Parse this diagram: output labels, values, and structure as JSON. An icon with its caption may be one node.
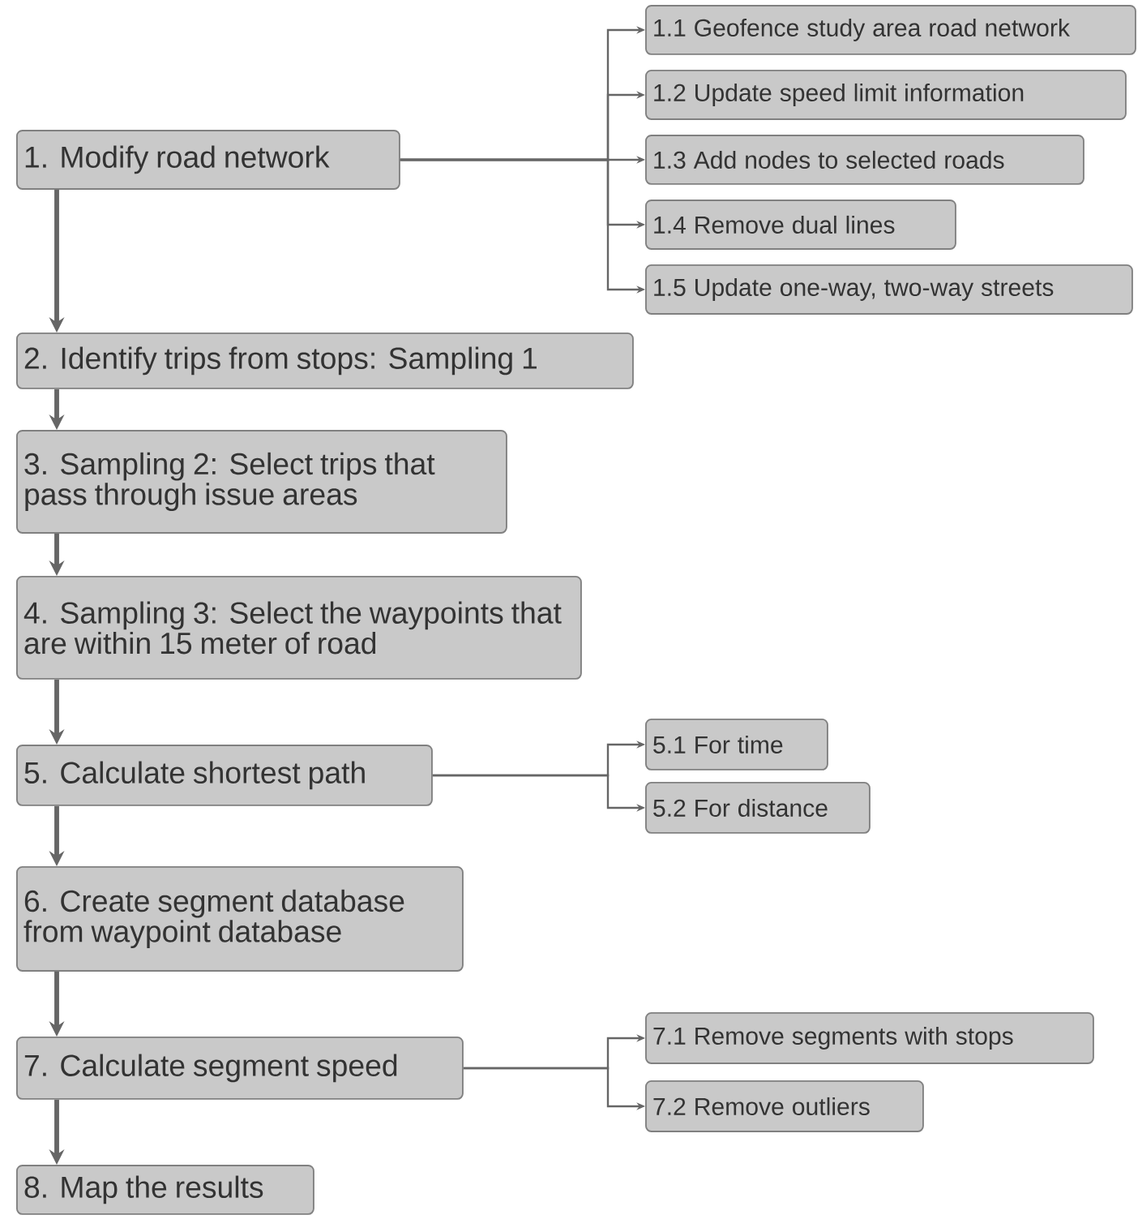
{
  "diagram": {
    "nodes": [
      {
        "text": [
          "1. Modify road network"
        ]
      },
      {
        "text": [
          "1.1 Geofence study area road network"
        ]
      },
      {
        "text": [
          "1.2 Update speed limit information"
        ]
      },
      {
        "text": [
          "1.3 Add nodes to selected roads"
        ]
      },
      {
        "text": [
          "1.4 Remove dual lines"
        ]
      },
      {
        "text": [
          "1.5 Update one-way, two-way streets"
        ]
      },
      {
        "text": [
          "2. Identify trips from stops: Sampling 1"
        ]
      },
      {
        "text": [
          "3. Sampling 2: Select trips that pass through issue areas"
        ]
      },
      {
        "text": [
          "4. Sampling 3: Select the waypoints that are within 15 meter of road"
        ]
      },
      {
        "text": [
          "5. Calculate shortest path"
        ]
      },
      {
        "text": [
          "5.1 For time"
        ]
      },
      {
        "text": [
          "5.2 For distance"
        ]
      },
      {
        "text": [
          "6. Create segment database from waypoint database"
        ]
      },
      {
        "text": [
          "7. Calculate segment speed"
        ]
      },
      {
        "text": [
          "7.1 Remove segments with stops"
        ]
      },
      {
        "text": [
          "7.2 Remove outliers"
        ]
      },
      {
        "text": [
          "8. Map the results"
        ]
      }
    ],
    "edges": [
      {
        "from": 0,
        "to": 1,
        "arrow": "to"
      },
      {
        "from": 0,
        "to": 2,
        "arrow": "to"
      },
      {
        "from": 0,
        "to": 3,
        "arrow": "to"
      },
      {
        "from": 0,
        "to": 4,
        "arrow": "to"
      },
      {
        "from": 0,
        "to": 5,
        "arrow": "to"
      },
      {
        "from": 0,
        "to": 6,
        "arrow": "to",
        "style": "thick"
      },
      {
        "from": 6,
        "to": 7,
        "arrow": "to",
        "style": "thick"
      },
      {
        "from": 7,
        "to": 8,
        "arrow": "to",
        "style": "thick"
      },
      {
        "from": 8,
        "to": 9,
        "arrow": "to",
        "style": "thick"
      },
      {
        "from": 9,
        "to": 10,
        "arrow": "to"
      },
      {
        "from": 9,
        "to": 11,
        "arrow": "to"
      },
      {
        "from": 9,
        "to": 12,
        "arrow": "to",
        "style": "thick"
      },
      {
        "from": 12,
        "to": 13,
        "arrow": "to",
        "style": "thick"
      },
      {
        "from": 13,
        "to": 14,
        "arrow": "to"
      },
      {
        "from": 13,
        "to": 15,
        "arrow": "to"
      },
      {
        "from": 13,
        "to": 16,
        "arrow": "to",
        "style": "thick"
      }
    ]
  }
}
